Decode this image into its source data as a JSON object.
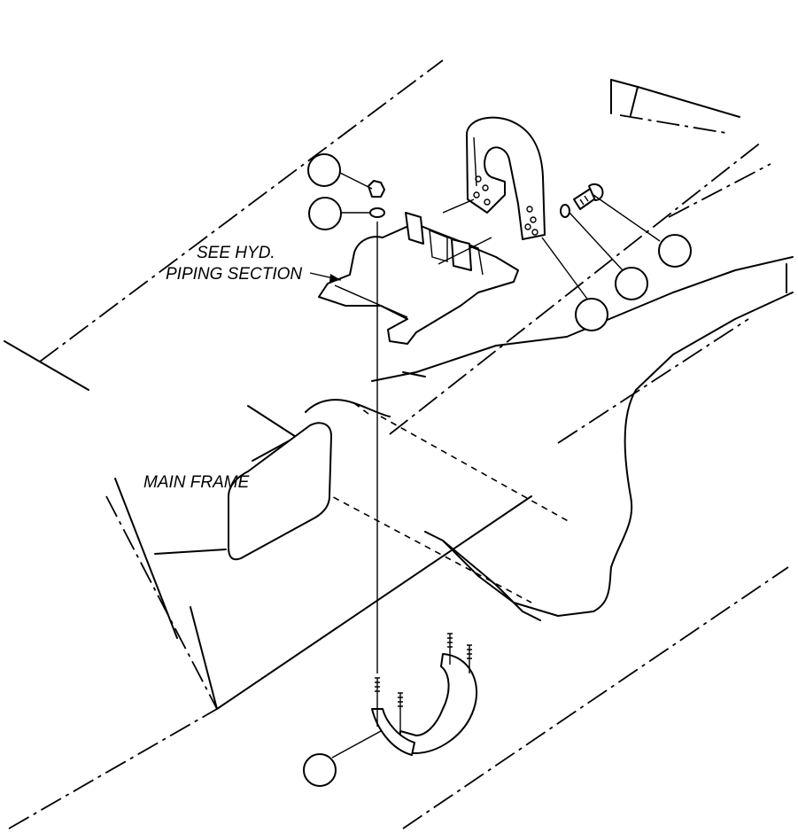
{
  "labels": {
    "see_hyd_line1": "SEE HYD.",
    "see_hyd_line2": "PIPING SECTION",
    "main_frame": "MAIN FRAME"
  },
  "callouts": [
    "",
    "",
    "",
    "",
    "",
    ""
  ]
}
